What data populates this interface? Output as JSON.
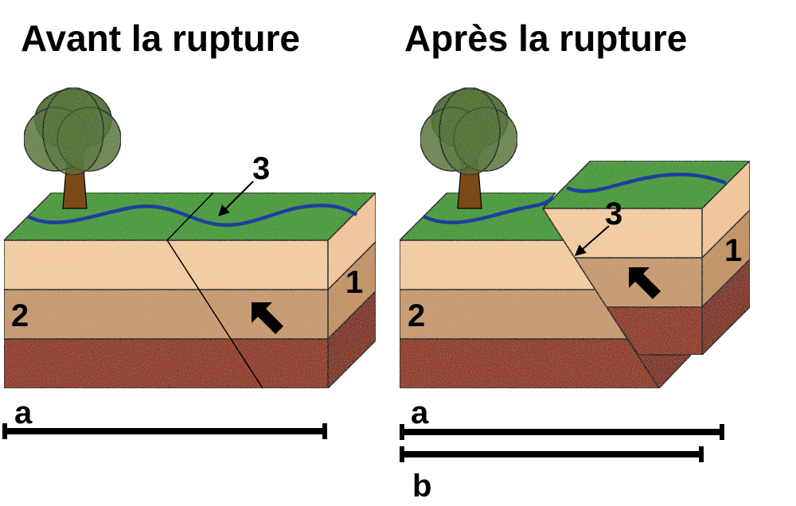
{
  "panels": {
    "before": {
      "title": "Avant la rupture"
    },
    "after": {
      "title": "Après la rupture"
    }
  },
  "labels": {
    "layer_1": "1",
    "layer_2": "2",
    "fault_3": "3",
    "length_a": "a",
    "length_b": "b"
  },
  "colors": {
    "grass": "#3c9a2a",
    "river": "#1f3f9e",
    "layer_top": "#f6cfa2",
    "layer_top_side": "#f4c89a",
    "layer_middle": "#c99a6c",
    "layer_middle_side": "#c2925f",
    "layer_bottom": "#8f2d0d",
    "layer_bottom_side": "#7d2508",
    "tree_leaves": "#4a6e1e",
    "tree_trunk": "#7a4a17",
    "outline": "#000000"
  }
}
